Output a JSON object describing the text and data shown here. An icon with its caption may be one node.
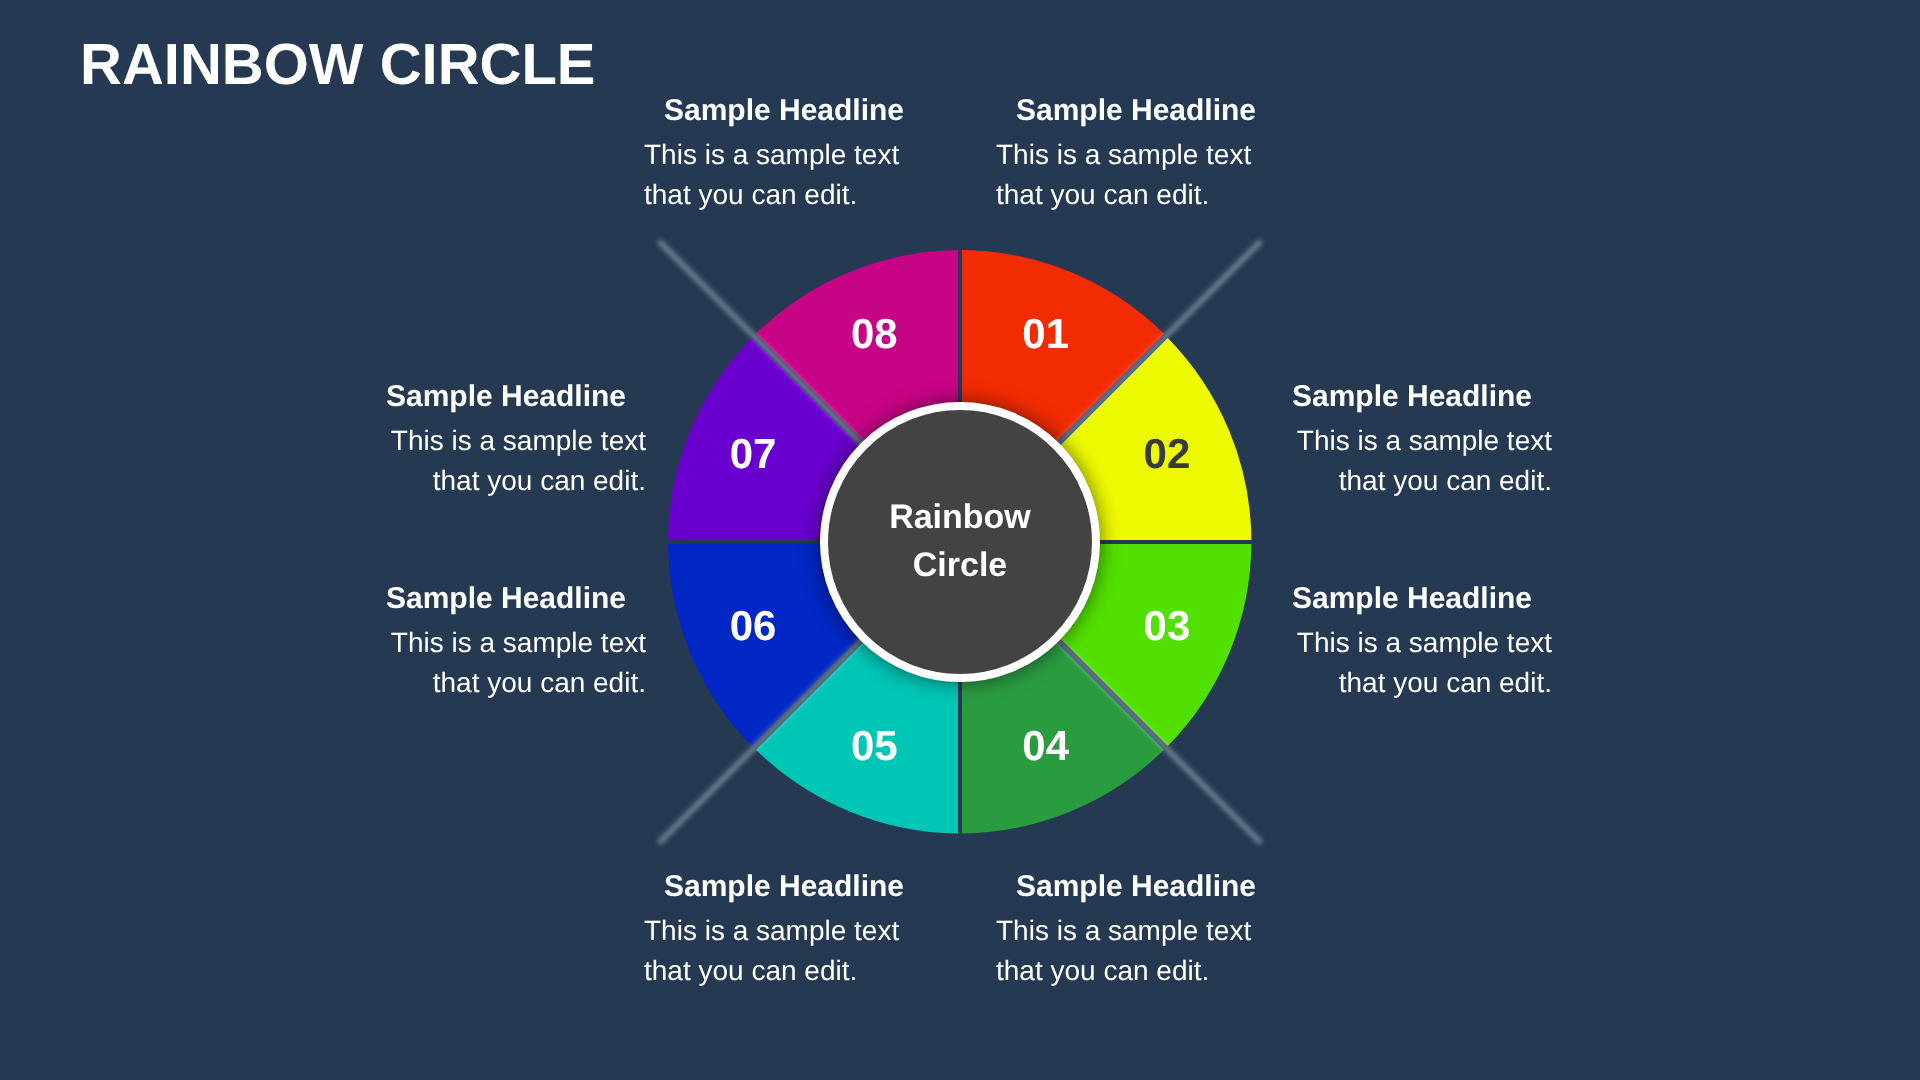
{
  "diagram": {
    "title": "RAINBOW CIRCLE",
    "nodes": [
      {
        "text": [
          "Rainbow Circle"
        ]
      },
      {
        "text": [
          "01"
        ],
        "beside": [
          "Sample Headline",
          "This is a sample text that you can edit."
        ]
      },
      {
        "text": [
          "02"
        ],
        "beside": [
          "Sample Headline",
          "This is a sample text that you can edit."
        ]
      },
      {
        "text": [
          "03"
        ],
        "beside": [
          "Sample Headline",
          "This is a sample text that you can edit."
        ]
      },
      {
        "text": [
          "04"
        ],
        "beside": [
          "Sample Headline",
          "This is a sample text that you can edit."
        ]
      },
      {
        "text": [
          "05"
        ],
        "beside": [
          "Sample Headline",
          "This is a sample text that you can edit."
        ]
      },
      {
        "text": [
          "06"
        ],
        "beside": [
          "Sample Headline",
          "This is a sample text that you can edit."
        ]
      },
      {
        "text": [
          "07"
        ],
        "beside": [
          "Sample Headline",
          "This is a sample text that you can edit."
        ]
      },
      {
        "text": [
          "08"
        ],
        "beside": [
          "Sample Headline",
          "This is a sample text that you can edit."
        ]
      }
    ]
  }
}
